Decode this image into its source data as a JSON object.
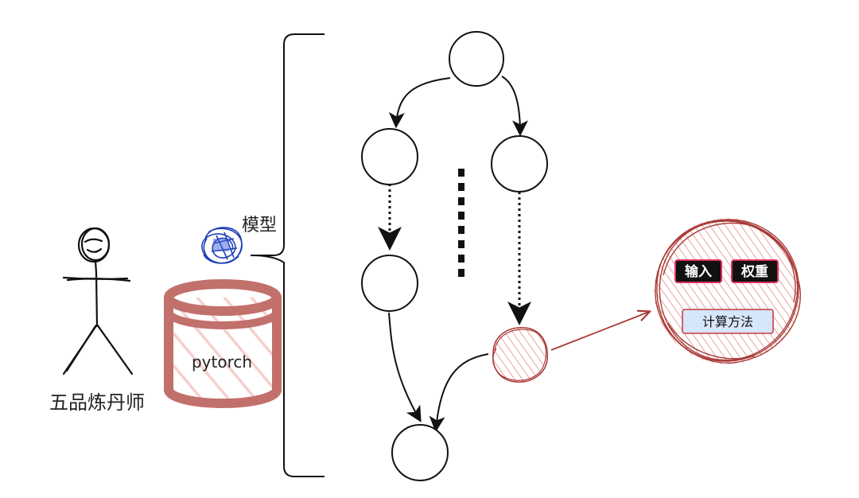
{
  "labels": {
    "person": "五品炼丹师",
    "model": "模型",
    "framework": "pytorch",
    "input": "输入",
    "weight": "权重",
    "compute": "计算方法"
  },
  "colors": {
    "line": "#111111",
    "accent_red": "#a83a36",
    "sketch_blue": "#1f3fb8",
    "button_dark": "#111111",
    "button_border": "#e0305a",
    "compute_fill": "#d6e6fb",
    "compute_border": "#d0505a"
  },
  "icons": {
    "person": "stick-figure-icon",
    "model": "scribble-ball-icon",
    "framework": "database-cylinder-icon"
  }
}
